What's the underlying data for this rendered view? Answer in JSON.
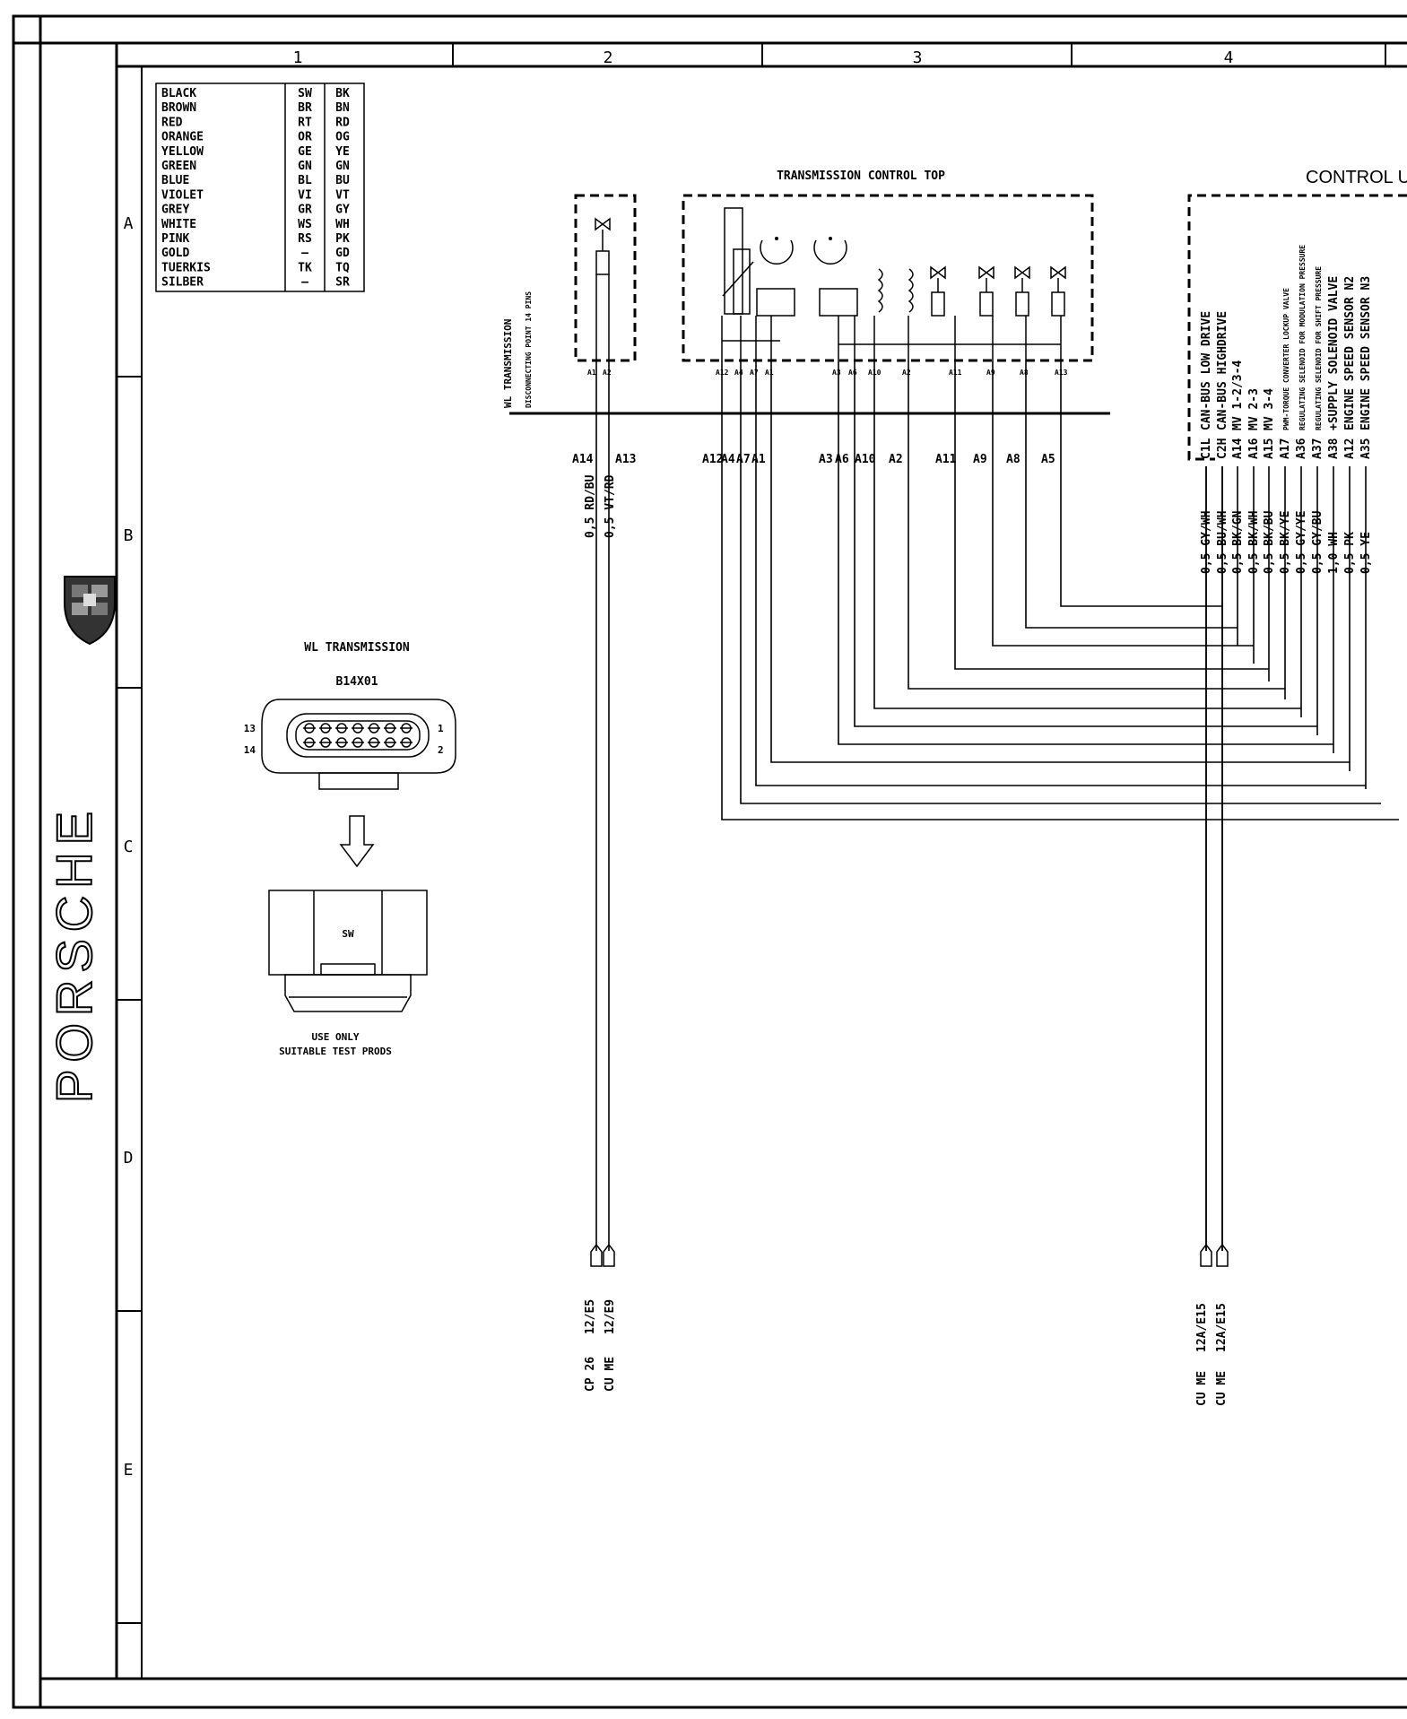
{
  "columns": [
    "1",
    "2",
    "3",
    "4"
  ],
  "rows": [
    "A",
    "B",
    "C",
    "D",
    "E"
  ],
  "brand": "PORSCHE",
  "color_legend": [
    {
      "name": "BLACK",
      "de": "SW",
      "en": "BK"
    },
    {
      "name": "BROWN",
      "de": "BR",
      "en": "BN"
    },
    {
      "name": "RED",
      "de": "RT",
      "en": "RD"
    },
    {
      "name": "ORANGE",
      "de": "OR",
      "en": "OG"
    },
    {
      "name": "YELLOW",
      "de": "GE",
      "en": "YE"
    },
    {
      "name": "GREEN",
      "de": "GN",
      "en": "GN"
    },
    {
      "name": "BLUE",
      "de": "BL",
      "en": "BU"
    },
    {
      "name": "VIOLET",
      "de": "VI",
      "en": "VT"
    },
    {
      "name": "GREY",
      "de": "GR",
      "en": "GY"
    },
    {
      "name": "WHITE",
      "de": "WS",
      "en": "WH"
    },
    {
      "name": "PINK",
      "de": "RS",
      "en": "PK"
    },
    {
      "name": "GOLD",
      "de": "—",
      "en": "GD"
    },
    {
      "name": "TUERKIS",
      "de": "TK",
      "en": "TQ"
    },
    {
      "name": "SILBER",
      "de": "—",
      "en": "SR"
    }
  ],
  "connector": {
    "title": "WL TRANSMISSION",
    "id": "B14X01",
    "pin_left_top": "13",
    "pin_left_bottom": "14",
    "pin_right_top": "1",
    "pin_right_bottom": "2",
    "housing_color": "SW",
    "note_line1": "USE ONLY",
    "note_line2": "SUITABLE TEST PRODS"
  },
  "wl_transmission": {
    "title": "WL TRANSMISSION",
    "subtitle": "DISCONNECTING POINT 14 PINS"
  },
  "transmission_top": {
    "title": "TRANSMISSION CONTROL TOP",
    "pins_top": [
      "A12",
      "A4",
      "A7",
      "A1",
      "A3",
      "A6",
      "A10",
      "A2",
      "A11",
      "A9",
      "A8",
      "A13"
    ],
    "pins_bottom": [
      "A12",
      "A4",
      "A7",
      "A1",
      "A3",
      "A6",
      "A10",
      "A2",
      "A11",
      "A9",
      "A8",
      "A5"
    ]
  },
  "left_module": {
    "pins_top": [
      "A1",
      "A2"
    ],
    "pins_bottom": [
      "A14",
      "A13"
    ],
    "wires": [
      "0,5 RD/BU",
      "0,5 VT/RD"
    ],
    "refs_a": [
      "12/E5",
      "12/E9"
    ],
    "refs_b": [
      "CP 26",
      "CU ME"
    ]
  },
  "control_unit": {
    "title": "CONTROL U",
    "signals": [
      {
        "pin": "C1L",
        "label": "CAN-BUS LOW DRIVE",
        "wire": "0,5 GY/WH"
      },
      {
        "pin": "C2H",
        "label": "CAN-BUS HIGHDRIVE",
        "wire": "0,5 BU/WH"
      },
      {
        "pin": "A14",
        "label": "MV 1-2/3-4",
        "wire": "0,5 BK/GN"
      },
      {
        "pin": "A16",
        "label": "MV 2-3",
        "wire": "0,5 BK/WH"
      },
      {
        "pin": "A15",
        "label": "MV 3-4",
        "wire": "0,5 BK/BU"
      },
      {
        "pin": "A17",
        "label": "PWM-TORQUE CONVERTER LOCKUP VALVE",
        "wire": "0,5 BK/YE"
      },
      {
        "pin": "A36",
        "label": "REGULATING SELENOID FOR MODULATION PRESSURE",
        "wire": "0,5 GY/YE"
      },
      {
        "pin": "A37",
        "label": "REGULATING SELENOID FOR SHIFT PRESSURE",
        "wire": "0,5 GY/BU"
      },
      {
        "pin": "A38",
        "label": "+SUPPLY SOLENOID VALVE",
        "wire": "1,0 WH"
      },
      {
        "pin": "A12",
        "label": "ENGINE SPEED SENSOR N2",
        "wire": "0,5 PK"
      },
      {
        "pin": "A35",
        "label": "ENGINE SPEED SENSOR N3",
        "wire": "0,5 YE"
      }
    ],
    "label_regulating": "REGULATING SELENOID",
    "label_mod": "FOR MODULATION PRESSURE",
    "refs_a": [
      "12A/E15",
      "12A/E15"
    ],
    "refs_b": [
      "CU ME",
      "CU ME"
    ]
  }
}
